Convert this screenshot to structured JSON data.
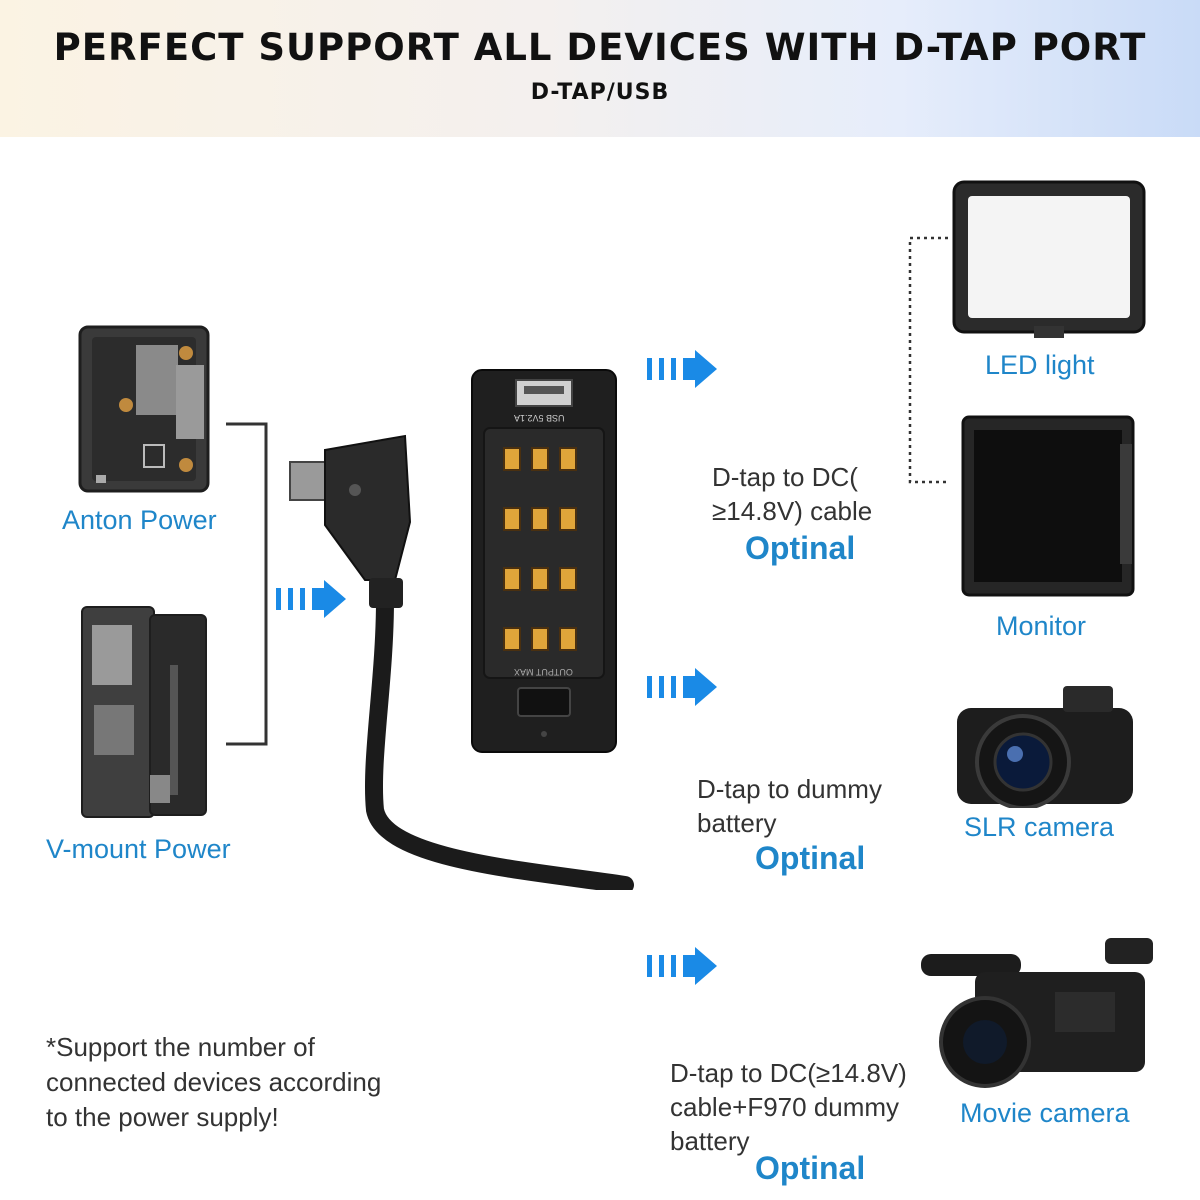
{
  "header": {
    "title": "PERFECT SUPPORT ALL DEVICES WITH D-TAP PORT",
    "subtitle": "D-TAP/USB"
  },
  "sources": {
    "anton": "Anton Power",
    "vmount": "V-mount Power"
  },
  "hub": {
    "usb_label": "USB 5V2.1A",
    "output_label": "OUTPUT MAX"
  },
  "outputs": [
    {
      "line1": "D-tap to DC(",
      "line2": "≥14.8V) cable",
      "line3": "",
      "optional": "Optinal"
    },
    {
      "line1": "D-tap to dummy",
      "line2": "battery",
      "line3": "",
      "optional": "Optinal"
    },
    {
      "line1": "D-tap to DC(≥14.8V)",
      "line2": "cable+F970 dummy",
      "line3": "battery",
      "optional": "Optinal"
    }
  ],
  "devices": {
    "led": "LED light",
    "monitor": "Monitor",
    "slr": "SLR camera",
    "movie": "Movie camera"
  },
  "note": {
    "line1": "*Support the number of",
    "line2": "connected devices according",
    "line3": "to the power supply!"
  },
  "colors": {
    "accent": "#1f86c9",
    "arrow": "#1a8ae6",
    "text": "#333333"
  }
}
